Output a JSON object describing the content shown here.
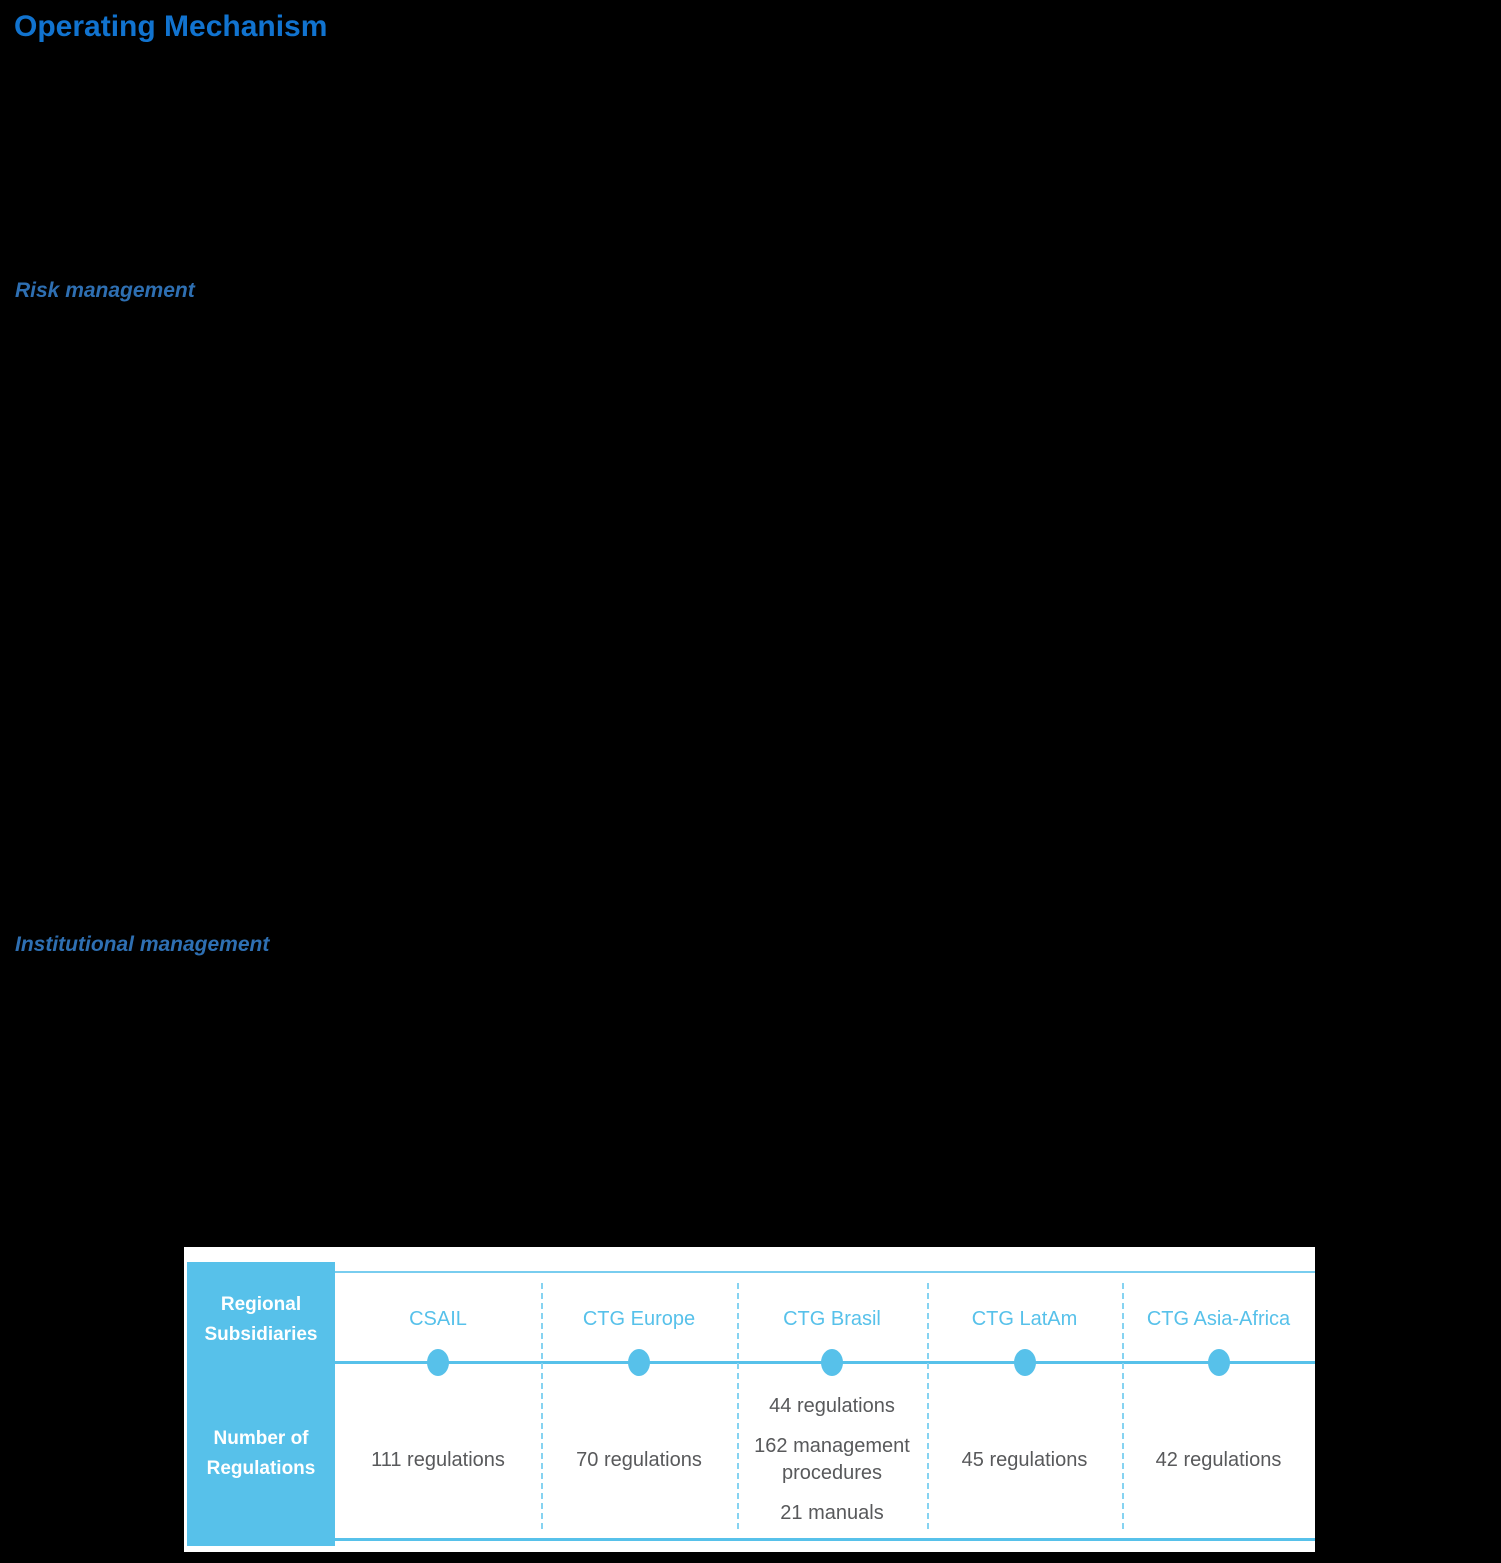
{
  "title": "Operating Mechanism",
  "sections": [
    "Risk management",
    "Institutional management"
  ],
  "table": {
    "row_headers": [
      "Regional Subsidiaries",
      "Number of Regulations"
    ],
    "columns": [
      {
        "name": "CSAIL",
        "values": [
          "111 regulations"
        ]
      },
      {
        "name": "CTG Europe",
        "values": [
          "70 regulations"
        ]
      },
      {
        "name": "CTG Brasil",
        "values": [
          "44 regulations",
          "162 management procedures",
          "21 manuals"
        ]
      },
      {
        "name": "CTG LatAm",
        "values": [
          "45 regulations"
        ]
      },
      {
        "name": "CTG Asia-Africa",
        "values": [
          "42 regulations"
        ]
      }
    ]
  },
  "colors": {
    "page_bg": "#000000",
    "panel_bg": "#FFFFFF",
    "title_blue": "#1173CF",
    "section_blue": "#2E6FB2",
    "sky_blue": "#57C1EA",
    "value_gray": "#58595B"
  }
}
